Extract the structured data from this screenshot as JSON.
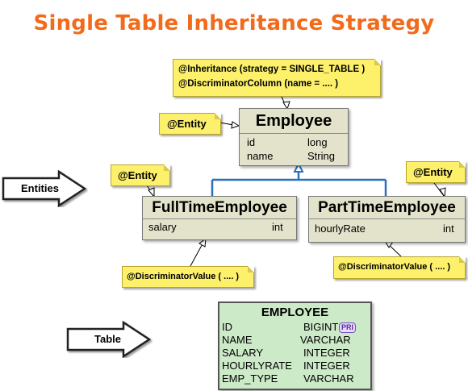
{
  "title": "Single Table Inheritance Strategy",
  "notes": {
    "inheritance_line1": "@Inheritance (strategy = SINGLE_TABLE )",
    "inheritance_line2": "@DiscriminatorColumn (name = .... )",
    "entity_employee": "@Entity",
    "entity_fulltime": "@Entity",
    "entity_parttime": "@Entity",
    "discriminator_fulltime": "@DiscriminatorValue ( .... )",
    "discriminator_parttime": "@DiscriminatorValue ( .... )"
  },
  "entities": {
    "employee": {
      "name": "Employee",
      "fields": [
        {
          "name": "id",
          "type": "long"
        },
        {
          "name": "name",
          "type": "String"
        }
      ]
    },
    "fulltime": {
      "name": "FullTimeEmployee",
      "fields": [
        {
          "name": "salary",
          "type": "int"
        }
      ]
    },
    "parttime": {
      "name": "PartTimeEmployee",
      "fields": [
        {
          "name": "hourlyRate",
          "type": "int"
        }
      ]
    }
  },
  "labels": {
    "entities": "Entities",
    "table": "Table"
  },
  "table": {
    "name": "EMPLOYEE",
    "pk_badge": "PRI",
    "columns": [
      {
        "name": "ID",
        "type": "BIGINT"
      },
      {
        "name": "NAME",
        "type": "VARCHAR"
      },
      {
        "name": "SALARY",
        "type": "INTEGER"
      },
      {
        "name": "HOURLYRATE",
        "type": "INTEGER"
      },
      {
        "name": "EMP_TYPE",
        "type": "VARCHAR"
      }
    ]
  },
  "colors": {
    "title": "#f26a1b",
    "note": "#fdf06b",
    "entity": "#e3e3cb",
    "table": "#cdeac8",
    "inheritance_line": "#2a6fbf"
  }
}
